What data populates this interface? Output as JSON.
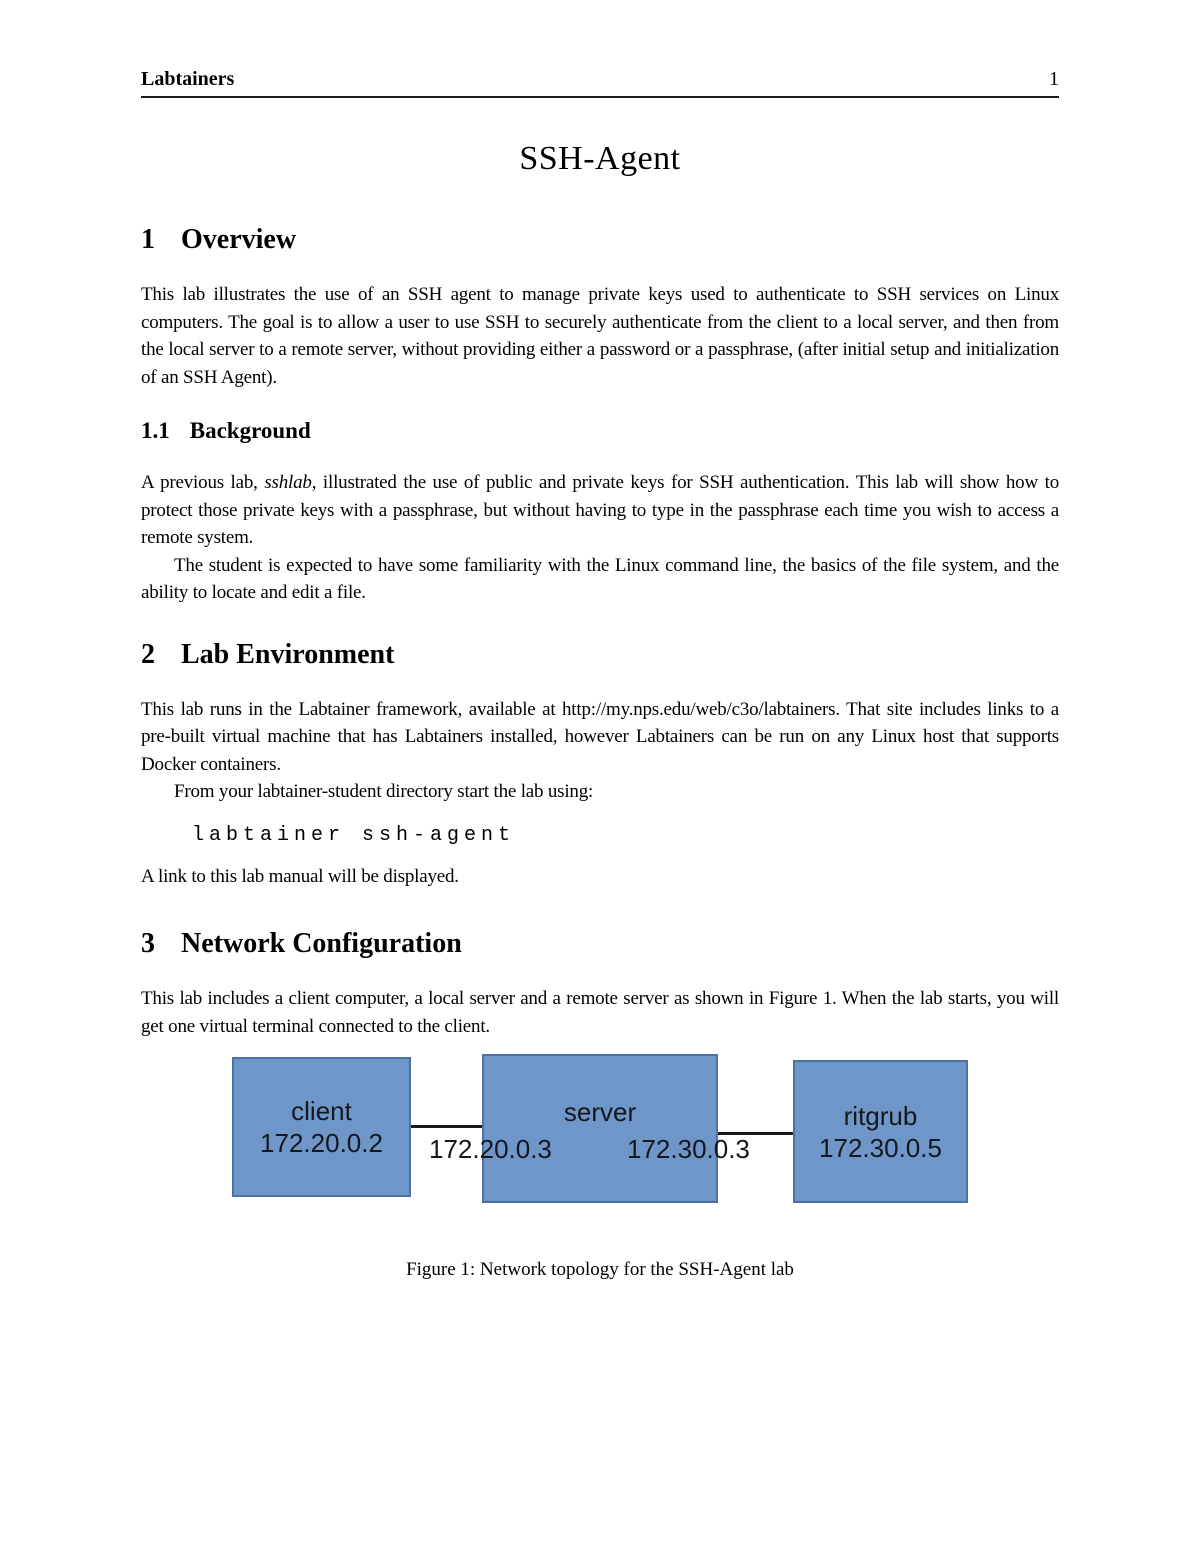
{
  "page": {
    "header": {
      "left": "Labtainers",
      "page_number": "1"
    },
    "title": "SSH-Agent"
  },
  "sections": {
    "overview": {
      "number": "1",
      "title": "Overview",
      "p1": "This lab illustrates the use of an SSH agent to manage private keys used to authenticate to SSH services on Linux computers. The goal is to allow a user to use SSH to securely authenticate from the client to a local server, and then from the local server to a remote server, without providing either a password or a passphrase, (after initial setup and initialization of an SSH Agent)."
    },
    "background": {
      "number": "1.1",
      "title": "Background",
      "p1_before": "A previous lab, ",
      "p1_italic": "sshlab",
      "p1_after": ", illustrated the use of public and private keys for SSH authentication. This lab will show how to protect those private keys with a passphrase, but without having to type in the passphrase each time you wish to access a remote system.",
      "p2": "The student is expected to have some familiarity with the Linux command line, the basics of the file system, and the ability to locate and edit a file."
    },
    "lab_environment": {
      "number": "2",
      "title": "Lab Environment",
      "p1": "This lab runs in the Labtainer framework, available at http://my.nps.edu/web/c3o/labtainers. That site includes links to a pre-built virtual machine that has Labtainers installed, however Labtainers can be run on any Linux host that supports Docker containers.",
      "p2": "From your labtainer-student directory start the lab using:",
      "code": "labtainer ssh-agent",
      "p3": "A link to this lab manual will be displayed."
    },
    "network_configuration": {
      "number": "3",
      "title": "Network Configuration",
      "p1": "This lab includes a client computer, a local server and a remote server as shown in Figure 1. When the lab starts, you will get one virtual terminal connected to the client."
    }
  },
  "figure": {
    "nodes": [
      {
        "label": "client",
        "ip": "172.20.0.2"
      },
      {
        "label": "server",
        "ip": ""
      },
      {
        "label": "ritgrub",
        "ip": "172.30.0.5"
      }
    ],
    "link_labels": [
      "172.20.0.3",
      "172.30.0.3"
    ],
    "caption": "Figure 1: Network topology for the SSH-Agent lab",
    "colors": {
      "node_fill": "#6e96c8",
      "node_border": "#4b72a1",
      "node_text": "#15171e",
      "line": "#1a1a1a"
    }
  }
}
